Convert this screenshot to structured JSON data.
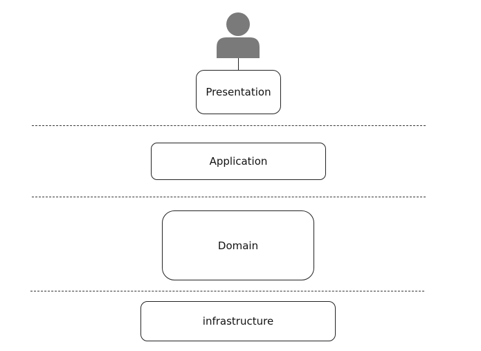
{
  "diagram": {
    "actor": {
      "icon": "user-icon",
      "color": "#7a7a7a"
    },
    "layers": [
      {
        "id": "presentation",
        "label": "Presentation"
      },
      {
        "id": "application",
        "label": "Application"
      },
      {
        "id": "domain",
        "label": "Domain"
      },
      {
        "id": "infrastructure",
        "label": "infrastructure"
      }
    ]
  }
}
